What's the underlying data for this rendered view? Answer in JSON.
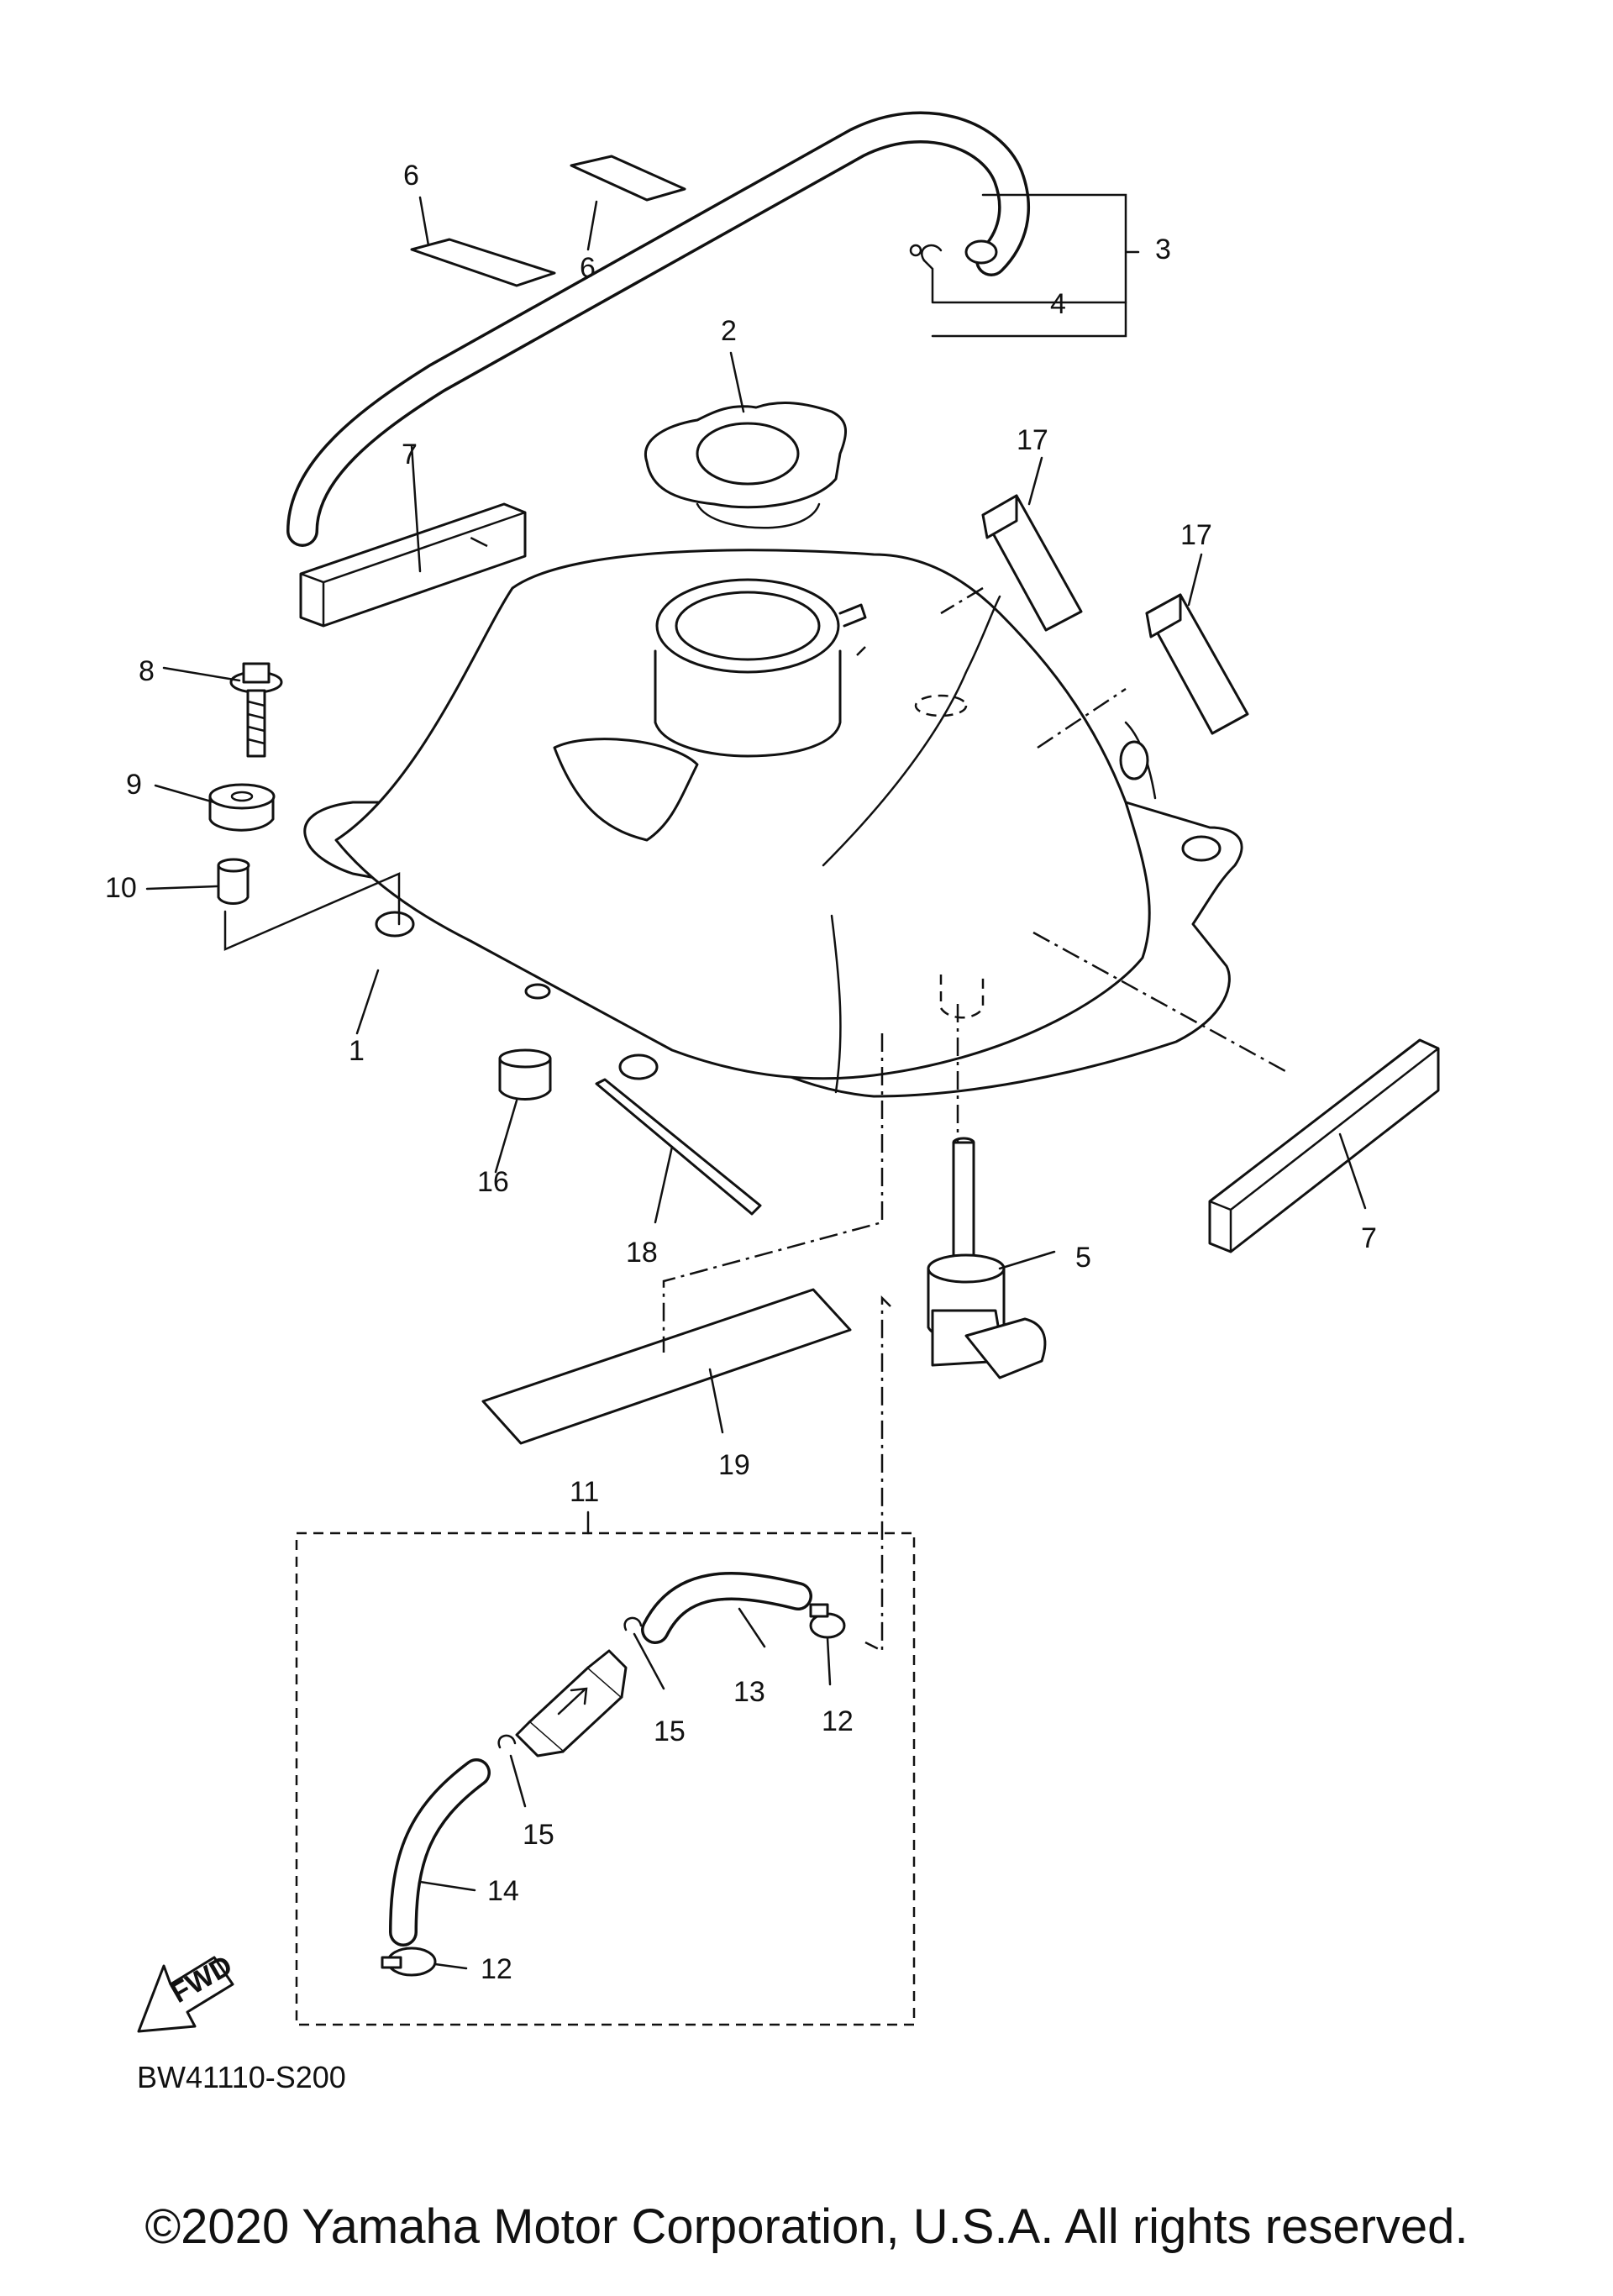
{
  "diagram_code": "BW41110-S200",
  "copyright": "©2020 Yamaha Motor Corporation, U.S.A. All rights reserved.",
  "fwd_label": "FWD",
  "callouts": {
    "c1": "1",
    "c2": "2",
    "c3": "3",
    "c4": "4",
    "c5": "5",
    "c6a": "6",
    "c6b": "6",
    "c7a": "7",
    "c7b": "7",
    "c8": "8",
    "c9": "9",
    "c10": "10",
    "c11": "11",
    "c12a": "12",
    "c12b": "12",
    "c13": "13",
    "c14": "14",
    "c15a": "15",
    "c15b": "15",
    "c16": "16",
    "c17a": "17",
    "c17b": "17",
    "c18": "18",
    "c19": "19"
  }
}
